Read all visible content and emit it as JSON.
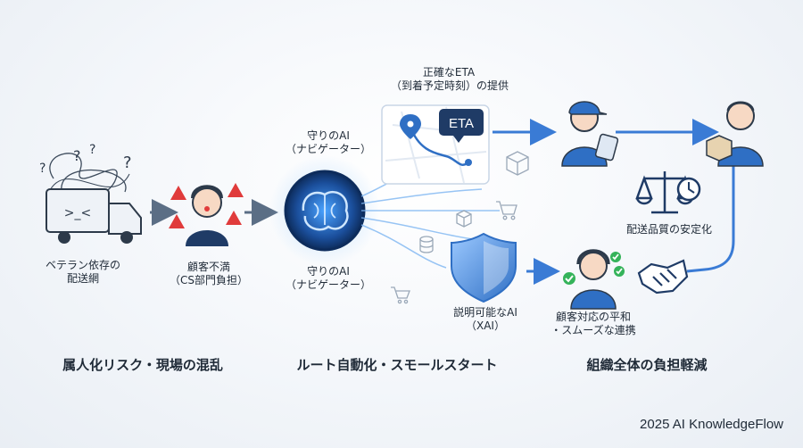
{
  "labels": {
    "veteran_network": [
      "ベテラン依存の",
      "配送網"
    ],
    "customer_dissatisfaction": [
      "顧客不満",
      "（CS部門負担）"
    ],
    "navigator_top": [
      "守りのAI",
      "（ナビゲーター）"
    ],
    "navigator_bottom": [
      "守りのAI",
      "（ナビゲーター）"
    ],
    "accurate_eta": [
      "正確なETA",
      "（到着予定時刻）の提供"
    ],
    "eta_badge": "ETA",
    "explainable_ai": [
      "説明可能なAI",
      "（XAI）"
    ],
    "delivery_quality": "配送品質の安定化",
    "customer_handling": [
      "顧客対応の平和",
      "・スムーズな連携"
    ]
  },
  "sections": {
    "left": "属人化リスク・現場の混乱",
    "middle": "ルート自動化・スモールスタート",
    "right": "組織全体の負担軽減"
  },
  "footer": "2025 AI KnowledgeFlow",
  "colors": {
    "accent": "#2f6fc4",
    "navy": "#1f3b66",
    "alert": "#e03b3b",
    "check": "#35b35a"
  }
}
